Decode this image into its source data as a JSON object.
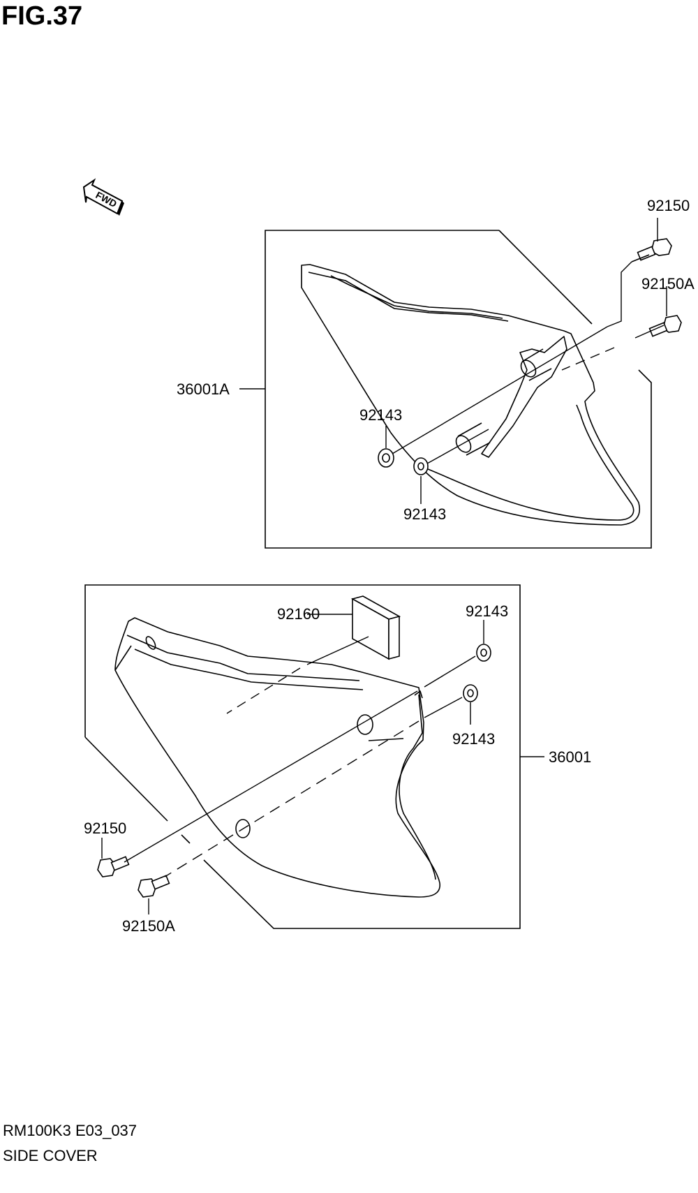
{
  "figure": {
    "title": "FIG.37",
    "fwd_label": "FWD"
  },
  "parts": {
    "side_cover_left": "36001A",
    "side_cover_right": "36001",
    "bolt": "92150",
    "bolt_a": "92150A",
    "washer": "92143",
    "pad": "92160"
  },
  "footer": {
    "model_code": "RM100K3 E03_037",
    "section_name": "SIDE COVER"
  }
}
